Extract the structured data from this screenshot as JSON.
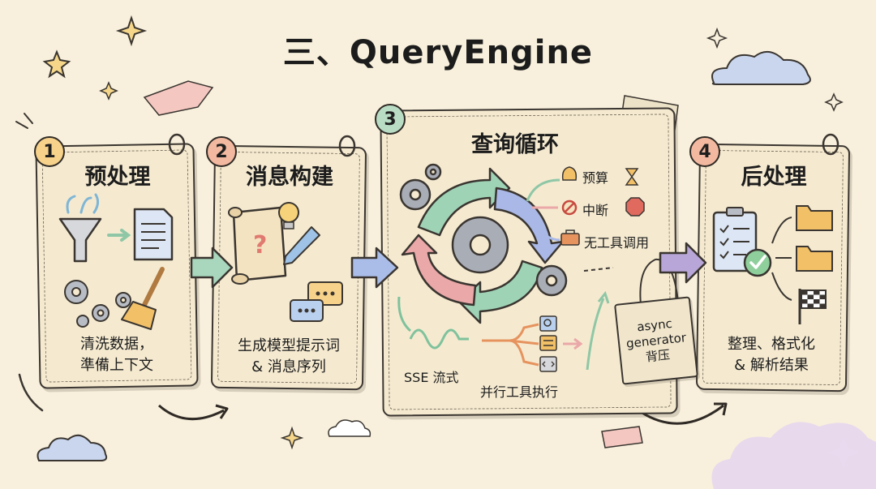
{
  "title": "三、QueryEngine",
  "steps": [
    {
      "number": "1",
      "title": "预处理",
      "caption_line1": "清洗数据，",
      "caption_line2": "準備上下文",
      "badge_color": "#f6d28a"
    },
    {
      "number": "2",
      "title": "消息构建",
      "caption_line1": "生成模型提示词",
      "caption_line2": "& 消息序列",
      "badge_color": "#f3b9a0"
    },
    {
      "number": "3",
      "title": "查询循环",
      "badge_color": "#b9dcc4"
    },
    {
      "number": "4",
      "title": "后处理",
      "caption_line1": "整理、格式化",
      "caption_line2": "& 解析结果",
      "badge_color": "#f3b9a0"
    }
  ],
  "loop": {
    "exits": [
      {
        "label": "预算",
        "icon": "money-bag-icon"
      },
      {
        "label": "中断",
        "icon": "stop-icon"
      },
      {
        "label": "无工具调用",
        "icon": "toolbox-icon"
      }
    ],
    "sse_label": "SSE 流式",
    "parallel_label": "并行工具执行"
  },
  "async_tag": {
    "line1": "async",
    "line2": "generator",
    "line3": "背压"
  },
  "colors": {
    "background": "#f8f0dc",
    "arrow_green": "#9fd3b6",
    "arrow_blue": "#a9b8e6",
    "arrow_red": "#eaa8a8",
    "arrow_purple": "#b8a6d8"
  }
}
